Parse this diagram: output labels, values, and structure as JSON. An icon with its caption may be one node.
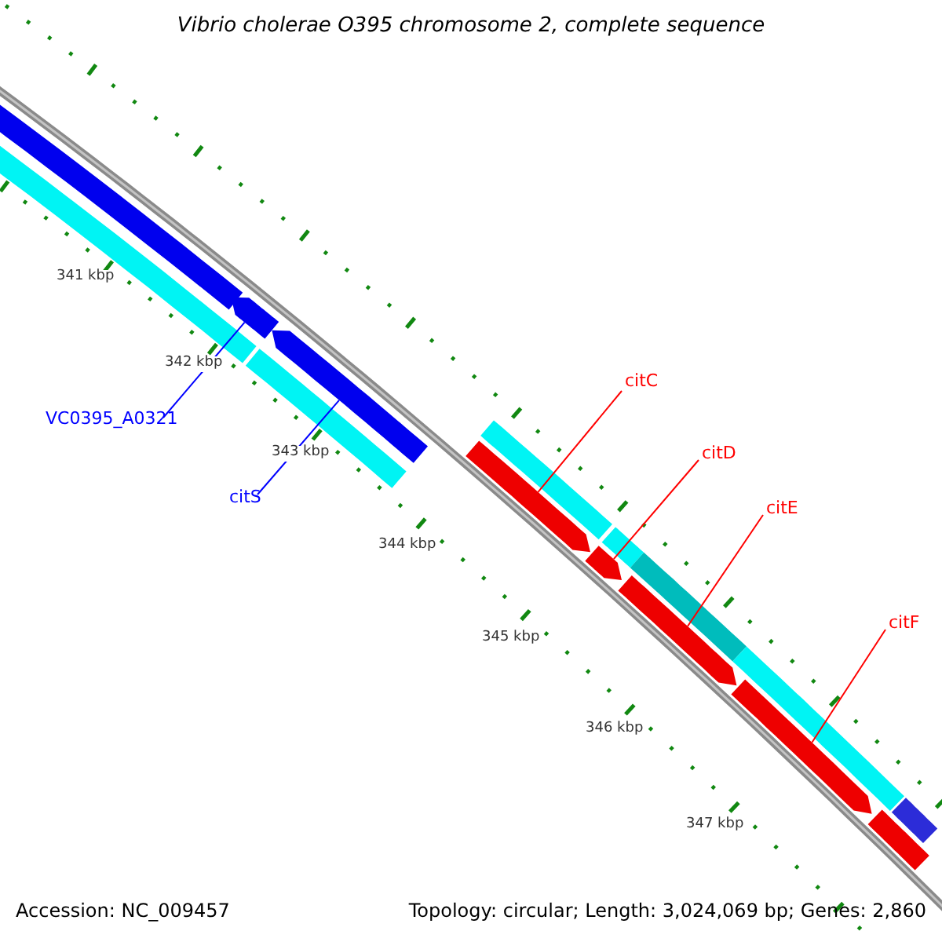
{
  "diagram": {
    "title": "Vibrio cholerae O395 chromosome 2, complete sequence",
    "nodes": [
      {
        "text": [
          "VC0395_A0321"
        ]
      },
      {
        "text": [
          "citS"
        ]
      },
      {
        "text": [
          "citC"
        ]
      },
      {
        "text": [
          "citD"
        ]
      },
      {
        "text": [
          "citE"
        ]
      },
      {
        "text": [
          "citF"
        ]
      },
      {
        "text": [],
        "shape": "arrow"
      },
      {
        "text": [],
        "shape": "arrow"
      },
      {
        "text": [],
        "shape": "arrow"
      },
      {
        "text": [],
        "shape": "arrow"
      },
      {
        "text": [],
        "shape": "arrow"
      },
      {
        "text": [],
        "shape": "arrow"
      },
      {
        "text": [],
        "shape": "arrow"
      },
      {
        "text": [],
        "shape": "bar"
      },
      {
        "text": [],
        "shape": "bar"
      },
      {
        "text": [],
        "shape": "bar"
      },
      {
        "text": [],
        "shape": "bar"
      },
      {
        "text": [],
        "shape": "bar"
      },
      {
        "text": [],
        "shape": "bar"
      },
      {
        "text": [],
        "shape": "bar"
      },
      {
        "text": [],
        "shape": "bar"
      }
    ],
    "edges": [
      {
        "from": 0,
        "to": 6,
        "arrow": "none",
        "color": "#0000ff"
      },
      {
        "from": 1,
        "to": 7,
        "arrow": "none",
        "color": "#0000ff"
      },
      {
        "from": 2,
        "to": 8,
        "arrow": "none"
      },
      {
        "from": 3,
        "to": 9,
        "arrow": "none"
      },
      {
        "from": 4,
        "to": 10,
        "arrow": "none"
      },
      {
        "from": 5,
        "to": 11,
        "arrow": "none"
      }
    ],
    "labels": [
      "341 kbp",
      "342 kbp",
      "343 kbp",
      "344 kbp",
      "345 kbp",
      "346 kbp",
      "347 kbp",
      "Accession: NC_009457",
      "Topology: circular; Length: 3,024,069 bp; Genes: 2,860"
    ]
  }
}
